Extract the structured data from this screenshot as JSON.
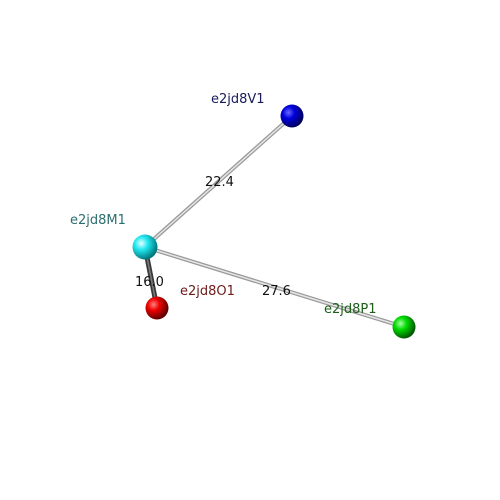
{
  "nodes": [
    {
      "id": "M1",
      "label": "e2jd8M1",
      "color": "#00d8e0",
      "label_color": "#2e6e6e"
    },
    {
      "id": "V1",
      "label": "e2jd8V1",
      "color": "#0000cc",
      "label_color": "#1a1a5e"
    },
    {
      "id": "O1",
      "label": "e2jd8O1",
      "color": "#dd0000",
      "label_color": "#6e1a1a"
    },
    {
      "id": "P1",
      "label": "e2jd8P1",
      "color": "#00cc00",
      "label_color": "#1a5e1a"
    }
  ],
  "edges": [
    {
      "from": "M1",
      "to": "V1",
      "distance": "22.4"
    },
    {
      "from": "M1",
      "to": "O1",
      "distance": "16.0"
    },
    {
      "from": "M1",
      "to": "P1",
      "distance": "27.6"
    }
  ]
}
